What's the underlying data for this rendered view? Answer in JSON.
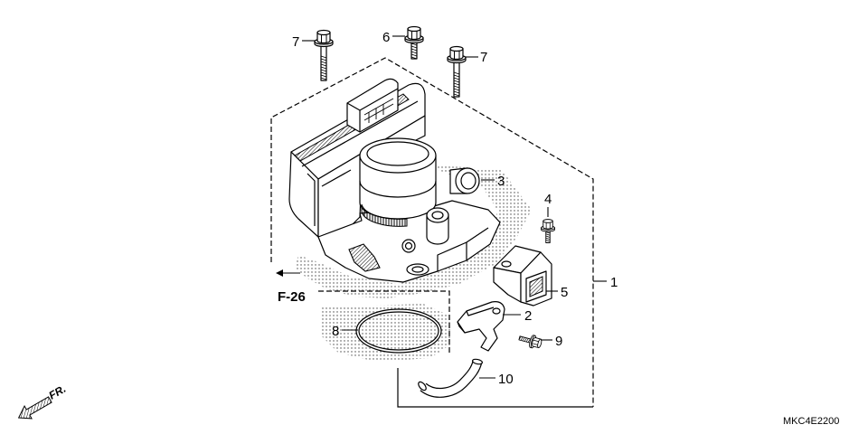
{
  "callouts": {
    "bolt_left": "7",
    "bolt_center": "6",
    "bolt_right": "7",
    "cap": "3",
    "screw": "4",
    "assembly": "1",
    "sensor": "5",
    "bracket": "2",
    "bolt_small": "9",
    "gasket": "8",
    "hose": "10"
  },
  "reference": "F-26",
  "direction": "FR.",
  "diagram_code": "MKC4E2200",
  "colors": {
    "line": "#000000",
    "stipple": "#444444",
    "background": "#ffffff"
  }
}
